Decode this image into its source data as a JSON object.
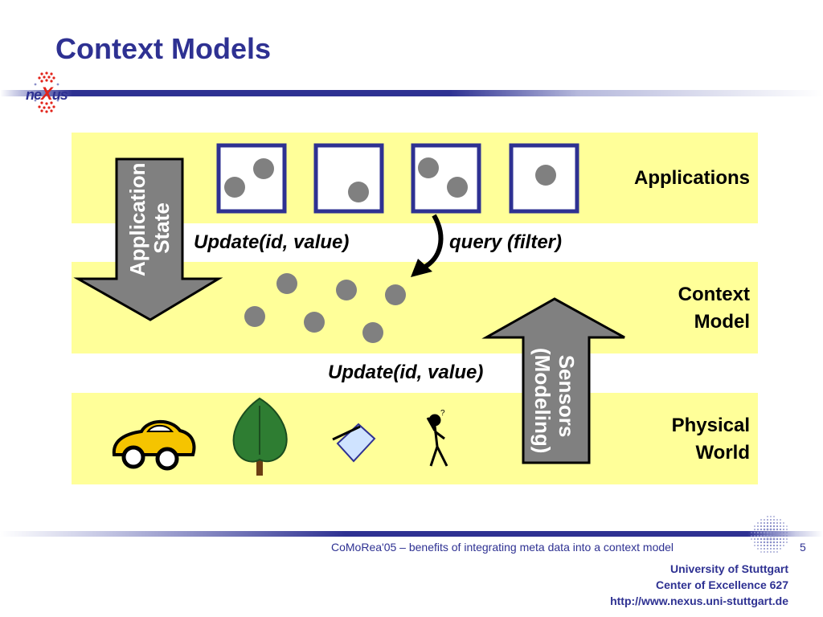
{
  "slide": {
    "title": "Context Models",
    "logo_text": {
      "pre": "ne",
      "x": "X",
      "post": "us"
    }
  },
  "layers": [
    {
      "label": "Applications"
    },
    {
      "label_lines": [
        "Context",
        "Model"
      ]
    },
    {
      "label_lines": [
        "Physical",
        "World"
      ]
    }
  ],
  "arrows": {
    "down_label_lines": [
      "Application",
      "State"
    ],
    "up_label_lines": [
      "Sensors",
      "(Modeling)"
    ]
  },
  "operations": {
    "update_top": "Update(id, value)",
    "query": "query (filter)",
    "update_bottom": "Update(id, value)"
  },
  "icons": [
    "app-window-icon",
    "context-object-icon",
    "car-icon",
    "tree-icon",
    "notepad-icon",
    "person-icon"
  ],
  "colors": {
    "band": "#ffff99",
    "accent": "#2e3192",
    "arrow_gray": "#808080",
    "dot_gray": "#808080"
  },
  "footer": {
    "caption": "CoMoRea'05 – benefits of integrating meta data into a context model",
    "page_number": "5",
    "affiliation_lines": [
      "University of Stuttgart",
      "Center of Excellence 627",
      "http://www.nexus.uni-stuttgart.de"
    ]
  }
}
